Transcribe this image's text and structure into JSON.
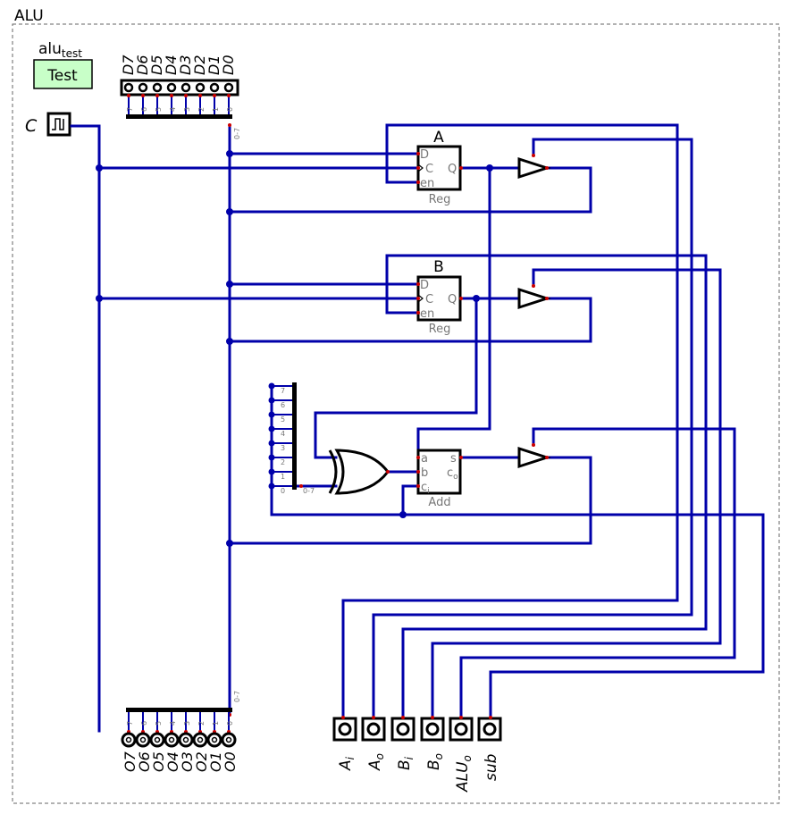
{
  "circuit": {
    "name": "ALU",
    "test_case": {
      "label_main": "alu",
      "label_sub": "test",
      "button": "Test"
    },
    "clock": {
      "label": "C"
    },
    "data_in": {
      "labels": [
        "D7",
        "D6",
        "D5",
        "D4",
        "D3",
        "D2",
        "D1",
        "D0"
      ],
      "bits": [
        "7",
        "6",
        "5",
        "4",
        "3",
        "2",
        "1",
        "0"
      ],
      "range": "0-7"
    },
    "data_out": {
      "labels": [
        "O7",
        "O6",
        "O5",
        "O4",
        "O3",
        "O2",
        "O1",
        "O0"
      ],
      "bits": [
        "7",
        "6",
        "5",
        "4",
        "3",
        "2",
        "1",
        "0"
      ],
      "range": "0-7"
    },
    "reg_a": {
      "title": "A",
      "type": "Reg",
      "pins": {
        "d": "D",
        "c": "C",
        "en": "en",
        "q": "Q"
      }
    },
    "reg_b": {
      "title": "B",
      "type": "Reg",
      "pins": {
        "d": "D",
        "c": "C",
        "en": "en",
        "q": "Q"
      }
    },
    "adder": {
      "type": "Add",
      "pins": {
        "a": "a",
        "b": "b",
        "ci": "c",
        "ci_sub": "i",
        "s": "s",
        "co": "c",
        "co_sub": "o"
      }
    },
    "splitter": {
      "bits": [
        "7",
        "6",
        "5",
        "4",
        "3",
        "2",
        "1",
        "0"
      ],
      "range": "0-7"
    },
    "controls": [
      {
        "main": "A",
        "sub": "i"
      },
      {
        "main": "A",
        "sub": "o"
      },
      {
        "main": "B",
        "sub": "i"
      },
      {
        "main": "B",
        "sub": "o"
      },
      {
        "main": "ALU",
        "sub": "o"
      },
      {
        "main": "sub",
        "sub": ""
      }
    ]
  }
}
